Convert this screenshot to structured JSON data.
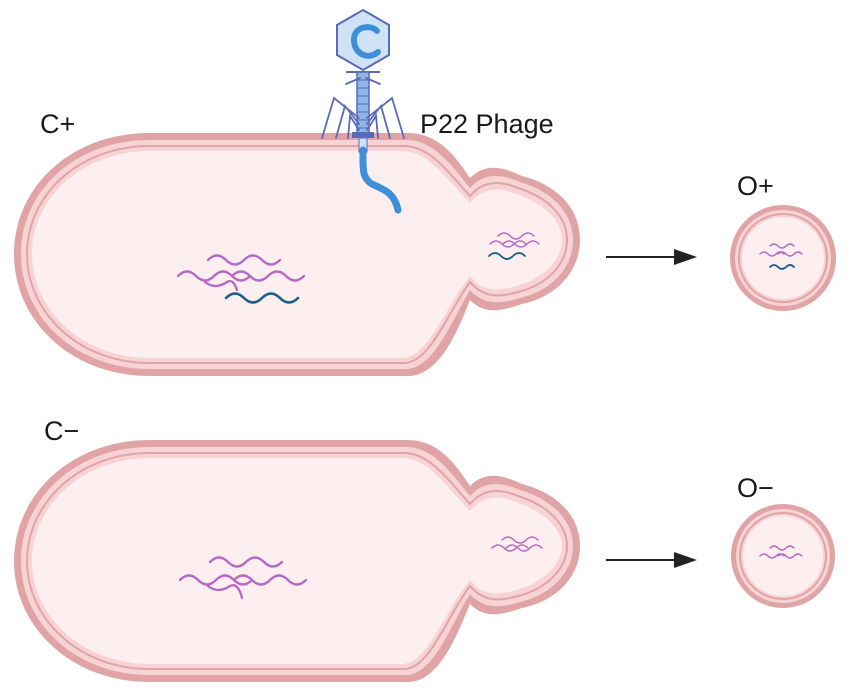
{
  "labels": {
    "c_plus": "C+",
    "c_minus": "C−",
    "o_plus": "O+",
    "o_minus": "O−",
    "phage": "P22 Phage"
  },
  "colors": {
    "membrane_outer": "#e0a4a6",
    "membrane_inner": "#f7d3d5",
    "cytoplasm": "#fdeef0",
    "plasmid_purple": "#b569c4",
    "plasmid_dark_blue": "#1d5f88",
    "phage_blue": "#3d8fd8",
    "phage_outline": "#5a6ab8",
    "arrow": "#222222"
  },
  "icons": {
    "phage": "bacteriophage-icon",
    "arrow": "right-arrow-icon"
  }
}
